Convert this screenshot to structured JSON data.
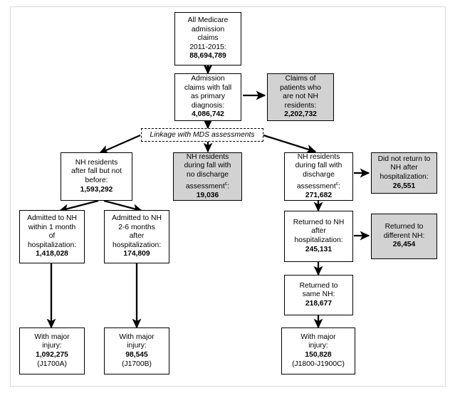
{
  "figure": {
    "type": "flowchart",
    "title": "Medicare fall admission claims cohort flow",
    "colors": {
      "shaded_fill": "#d2d2d2",
      "box_border": "#000000",
      "frame_border": "#d9d9d9",
      "background": "#ffffff"
    }
  },
  "linkage": {
    "label": "Linkage with MDS assessments"
  },
  "nodes": {
    "all_claims": {
      "lines": [
        "All Medicare",
        "admission",
        "claims",
        "2011-2015:"
      ],
      "value": "88,694,789"
    },
    "fall_primary": {
      "lines": [
        "Admission",
        "claims with fall",
        "as primary",
        "diagnosis:"
      ],
      "value": "4,086,742"
    },
    "not_nh": {
      "lines": [
        "Claims of",
        "patients who",
        "are not NH",
        "residents:"
      ],
      "value": "2,202,732"
    },
    "after_fall_not_before": {
      "lines": [
        "NH residents",
        "after fall but not",
        "before:"
      ],
      "value": "1,593,292"
    },
    "no_discharge": {
      "lines": [
        "NH residents",
        "during fall with",
        "no discharge",
        "assessment"
      ],
      "superscript": "c",
      "suffix": ":",
      "value": "19,036"
    },
    "with_discharge": {
      "lines": [
        "NH residents",
        "during fall with",
        "discharge",
        "assessment"
      ],
      "superscript": "c",
      "suffix": ":",
      "value": "271,682"
    },
    "did_not_return": {
      "lines": [
        "Did not return to",
        "NH after",
        "hospitalization:"
      ],
      "value": "26,551"
    },
    "admitted_1month": {
      "lines": [
        "Admitted to NH",
        "within 1 month",
        "of",
        "hospitalization:"
      ],
      "value": "1,418,028"
    },
    "admitted_2to6": {
      "lines": [
        "Admitted to NH",
        "2-6 months",
        "after",
        "hospitalization:"
      ],
      "value": "174,809"
    },
    "returned_after_hosp": {
      "lines": [
        "Returned to NH",
        "after",
        "hospitalization:"
      ],
      "value": "245,131"
    },
    "returned_different": {
      "lines": [
        "Returned to",
        "different NH:"
      ],
      "value": "26,454"
    },
    "returned_same": {
      "lines": [
        "Returned to",
        "same NH:"
      ],
      "value": "218,677"
    },
    "injury_j1700a": {
      "lines": [
        "With major",
        "injury:"
      ],
      "value": "1,092,275",
      "code": "(J1700A)"
    },
    "injury_j1700b": {
      "lines": [
        "With major",
        "injury:"
      ],
      "value": "98,545",
      "code": "(J1700B)"
    },
    "injury_j1800": {
      "lines": [
        "With major",
        "injury:"
      ],
      "value": "150,828",
      "code": "(J1800-J1900C)"
    }
  }
}
